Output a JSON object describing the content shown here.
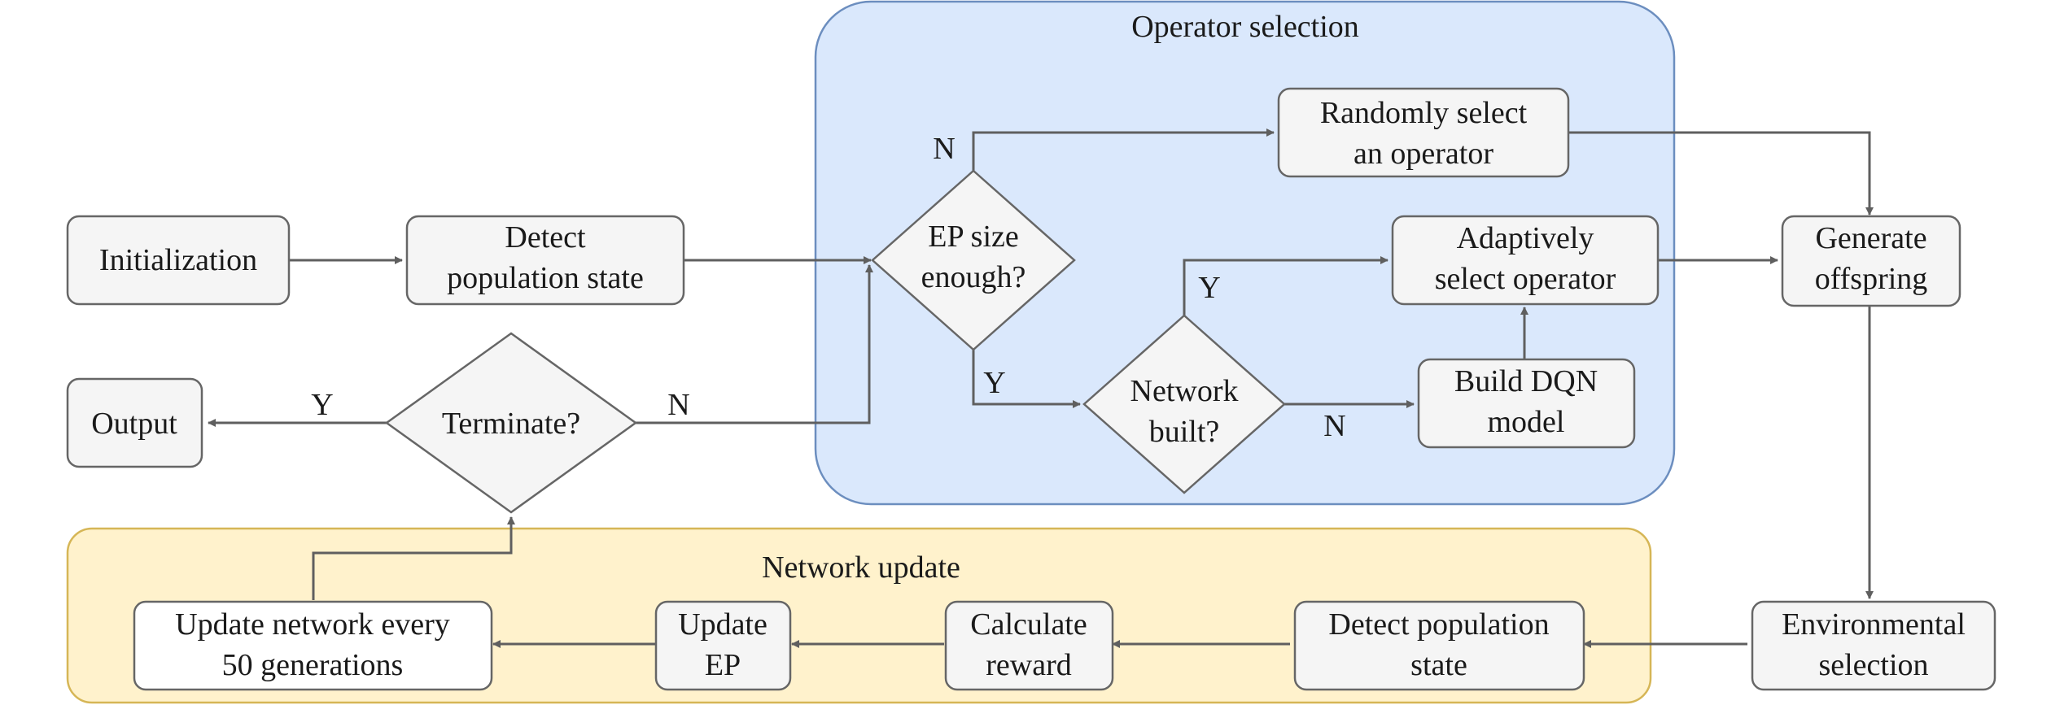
{
  "groups": {
    "operator_selection": "Operator selection",
    "network_update": "Network update"
  },
  "nodes": {
    "initialization": [
      "Initialization"
    ],
    "detect_state_1": [
      "Detect",
      "population state"
    ],
    "ep_size": [
      "EP size",
      "enough?"
    ],
    "random_select": [
      "Randomly select",
      "an operator"
    ],
    "adaptive_select": [
      "Adaptively",
      "select operator"
    ],
    "network_built": [
      "Network",
      "built?"
    ],
    "build_dqn": [
      "Build DQN",
      "model"
    ],
    "generate_offspring": [
      "Generate",
      "offspring"
    ],
    "environmental_selection": [
      "Environmental",
      "selection"
    ],
    "detect_state_2": [
      "Detect population",
      "state"
    ],
    "calculate_reward": [
      "Calculate",
      "reward"
    ],
    "update_ep": [
      "Update",
      "EP"
    ],
    "update_network": [
      "Update network every",
      "50 generations"
    ],
    "terminate": [
      "Terminate?"
    ],
    "output": [
      "Output"
    ]
  },
  "edge_labels": {
    "ep_no": "N",
    "ep_yes": "Y",
    "net_yes": "Y",
    "net_no": "N",
    "term_yes": "Y",
    "term_no": "N"
  },
  "colors": {
    "operator_group_fill": "#dae8fc",
    "operator_group_stroke": "#6c8ebf",
    "network_group_fill": "#fff2cc",
    "network_group_stroke": "#d6b656",
    "node_fill": "#f5f5f5",
    "node_stroke": "#666666",
    "arrow": "#5f5f5f"
  }
}
